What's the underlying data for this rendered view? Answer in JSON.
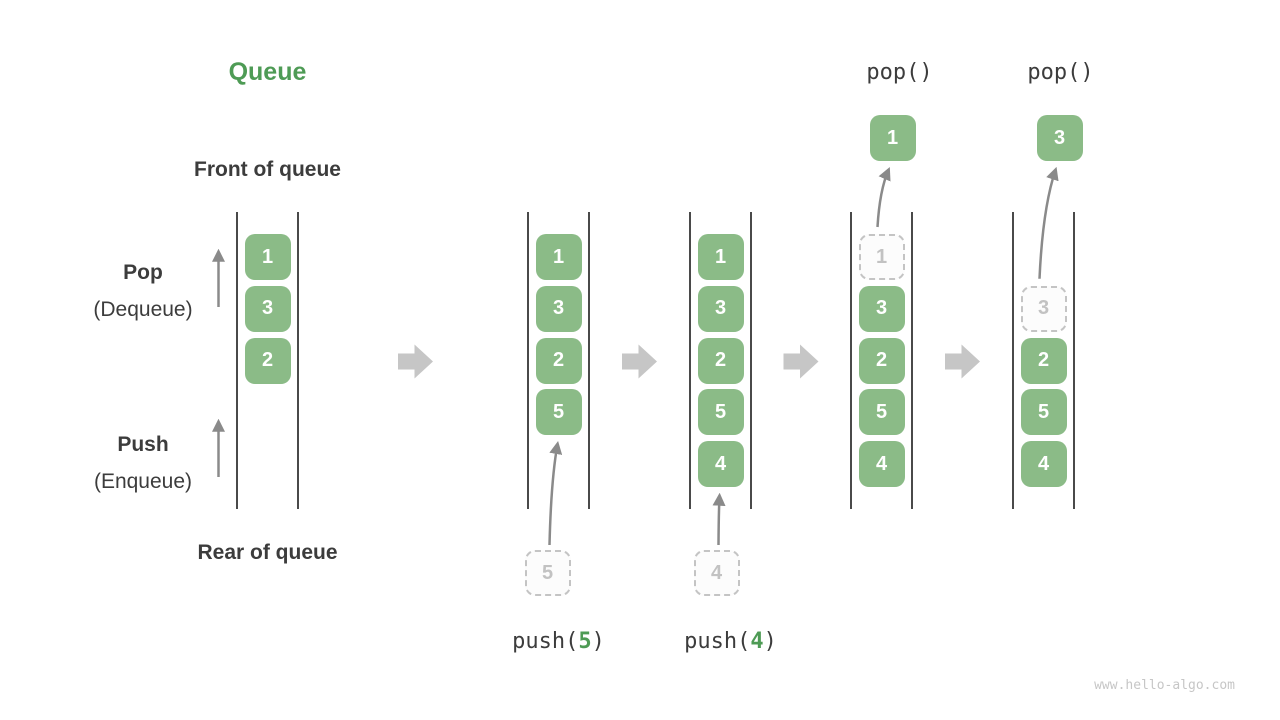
{
  "page": {
    "title": "Queue",
    "watermark": "www.hello-algo.com"
  },
  "colors": {
    "title_green": "#4E9B55",
    "box_green": "#8BBB87",
    "arg_green": "#4E9B55",
    "rail_gray": "#4A4A4A",
    "text_dark": "#3C3C3C",
    "dashed_border": "#C4C4C4",
    "arrow_gray": "#8A8A8A",
    "block_arrow_gray": "#C6C6C6"
  },
  "side_labels": {
    "front": "Front of queue",
    "rear": "Rear of queue",
    "pop_title": "Pop",
    "pop_sub": "(Dequeue)",
    "push_title": "Push",
    "push_sub": "(Enqueue)"
  },
  "stages": [
    {
      "name": "initial",
      "slots": [
        {
          "value": "1",
          "style": "solid"
        },
        {
          "value": "3",
          "style": "solid"
        },
        {
          "value": "2",
          "style": "solid"
        }
      ]
    },
    {
      "name": "push-5",
      "slots": [
        {
          "value": "1",
          "style": "solid"
        },
        {
          "value": "3",
          "style": "solid"
        },
        {
          "value": "2",
          "style": "solid"
        },
        {
          "value": "5",
          "style": "solid"
        }
      ],
      "incoming": {
        "value": "5"
      },
      "op": {
        "prefix": "push(",
        "arg": "5",
        "suffix": ")"
      }
    },
    {
      "name": "push-4",
      "slots": [
        {
          "value": "1",
          "style": "solid"
        },
        {
          "value": "3",
          "style": "solid"
        },
        {
          "value": "2",
          "style": "solid"
        },
        {
          "value": "5",
          "style": "solid"
        },
        {
          "value": "4",
          "style": "solid"
        }
      ],
      "incoming": {
        "value": "4"
      },
      "op": {
        "prefix": "push(",
        "arg": "4",
        "suffix": ")"
      }
    },
    {
      "name": "pop-1",
      "slots": [
        {
          "value": "1",
          "style": "dashed"
        },
        {
          "value": "3",
          "style": "solid"
        },
        {
          "value": "2",
          "style": "solid"
        },
        {
          "value": "5",
          "style": "solid"
        },
        {
          "value": "4",
          "style": "solid"
        }
      ],
      "outgoing": {
        "value": "1"
      },
      "op_top": "pop()"
    },
    {
      "name": "pop-3",
      "slots": [
        null,
        {
          "value": "3",
          "style": "dashed"
        },
        {
          "value": "2",
          "style": "solid"
        },
        {
          "value": "5",
          "style": "solid"
        },
        {
          "value": "4",
          "style": "solid"
        }
      ],
      "outgoing": {
        "value": "3"
      },
      "op_top": "pop()"
    }
  ]
}
